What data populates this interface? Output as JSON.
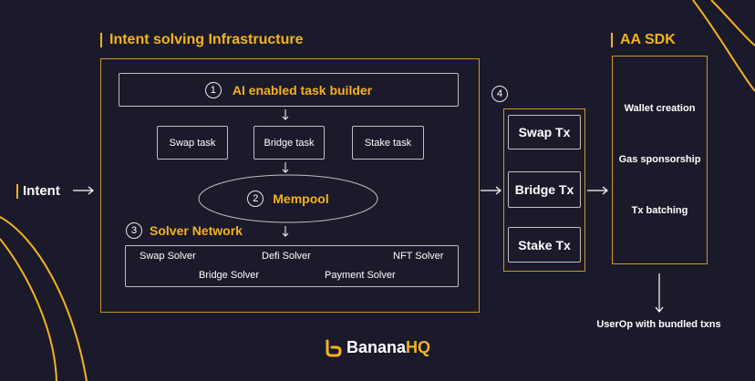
{
  "sections": {
    "intent_solving": "Intent solving Infrastructure",
    "aa_sdk": "AA SDK"
  },
  "intent_input": "Intent",
  "task_builder": {
    "number": "1",
    "label": "AI enabled task builder"
  },
  "tasks": [
    "Swap task",
    "Bridge task",
    "Stake task"
  ],
  "mempool": {
    "number": "2",
    "label": "Mempool"
  },
  "solver_network": {
    "number": "3",
    "label": "Solver Network",
    "row1": [
      "Swap Solver",
      "Defi Solver",
      "NFT Solver"
    ],
    "row2": [
      "Bridge Solver",
      "Payment Solver"
    ]
  },
  "tx_group": {
    "number": "4",
    "items": [
      "Swap Tx",
      "Bridge Tx",
      "Stake Tx"
    ]
  },
  "sdk_items": [
    "Wallet creation",
    "Gas sponsorship",
    "Tx batching"
  ],
  "output": "UserOp with bundled txns",
  "brand": {
    "name_part1": "Banana",
    "name_part2": "HQ"
  },
  "colors": {
    "background": "#1b1a2b",
    "accent": "#f5b21a"
  }
}
